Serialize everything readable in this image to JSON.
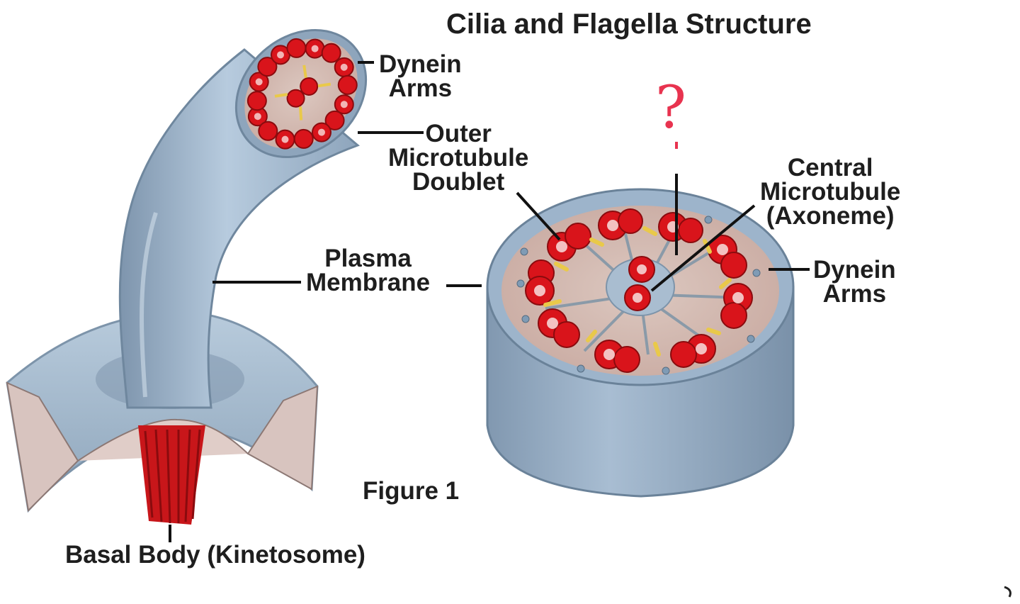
{
  "title": "Cilia and Flagella Structure",
  "figure_label": "Figure 1",
  "annotation_mark": "?",
  "labels": {
    "dynein_arms_left": [
      "Dynein",
      "Arms"
    ],
    "outer_microtubule_doublet": [
      "Outer",
      "Microtubule",
      "Doublet"
    ],
    "central_microtubule": [
      "Central",
      "Microtubule",
      "(Axoneme)"
    ],
    "plasma_membrane": [
      "Plasma",
      "Membrane"
    ],
    "dynein_arms_right": [
      "Dynein",
      "Arms"
    ],
    "basal_body": "Basal Body (Kinetosome)"
  },
  "colors": {
    "membrane_blue": "#9db4cb",
    "membrane_dark": "#6f879e",
    "microtubule_red": "#d9141b",
    "interior_pink": "#d2b7b0",
    "connector_yellow": "#e9c94a",
    "annotation_red": "#e8334f"
  }
}
